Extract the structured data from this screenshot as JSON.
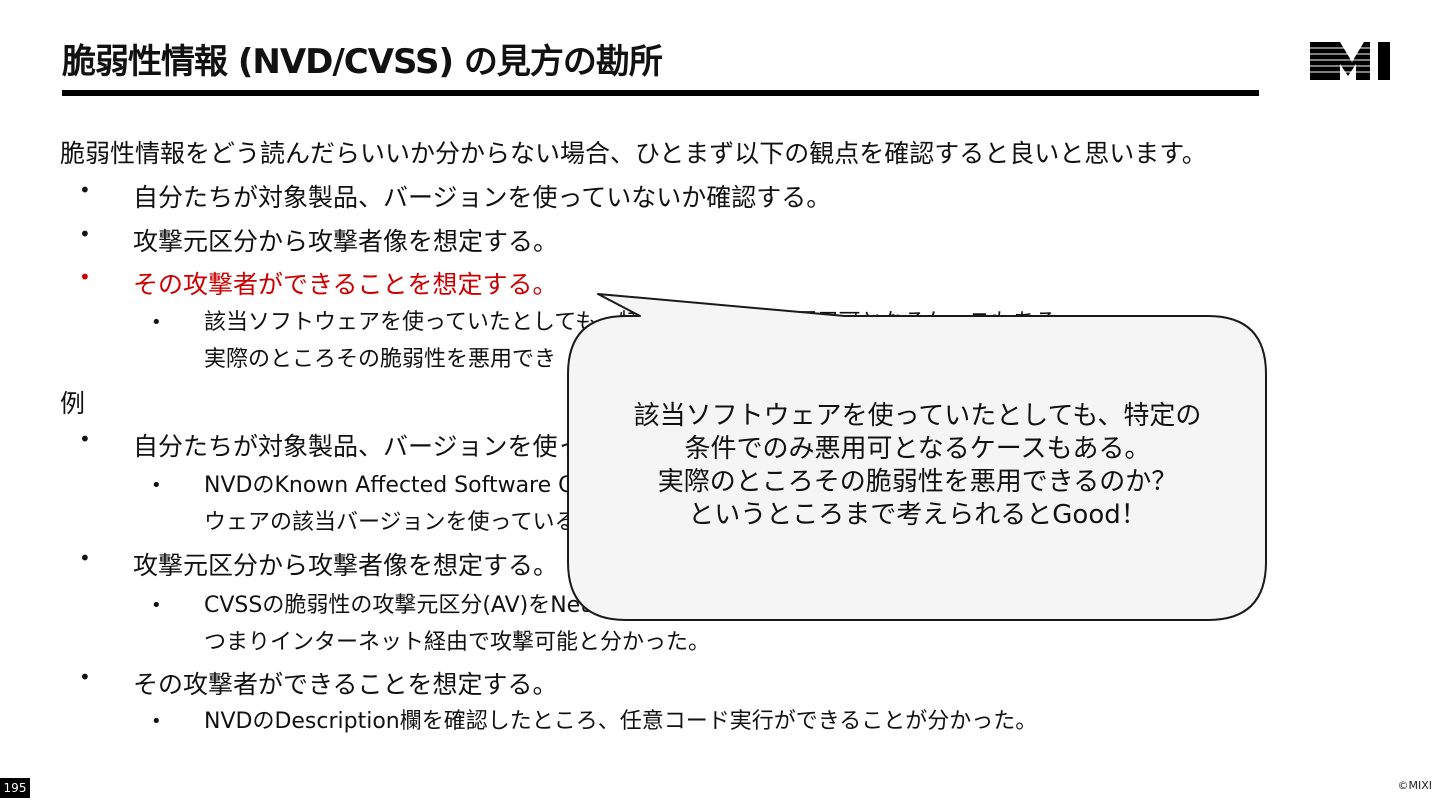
{
  "title": "脆弱性情報 (NVD/CVSS) の見方の勘所",
  "logo_text": "MIXI",
  "intro": "脆弱性情報をどう読んだらいいか分からない場合、ひとまず以下の観点を確認すると良いと思います。",
  "points": [
    {
      "text": "自分たちが対象製品、バージョンを使っていないか確認する。",
      "highlight": false
    },
    {
      "text": "攻撃元区分から攻撃者像を想定する。",
      "highlight": false
    },
    {
      "text": "その攻撃者ができることを想定する。",
      "highlight": true
    }
  ],
  "point_sub": {
    "line1": "該当ソフトウェアを使っていたとしても、特定の条件でのみ悪用可となるケースもある。",
    "line2": "実際のところその脆弱性を悪用でき"
  },
  "example_label": "例",
  "examples": [
    {
      "text": "自分たちが対象製品、バージョンを使っていないか確認する。",
      "sub_line1": "NVDのKnown Affected Software Configurationsを確認したところ、自分たちのシステムで該当ソフト",
      "sub_line2": "ウェアの該当バージョンを使っていることが分かった。"
    },
    {
      "text": "攻撃元区分から攻撃者像を想定する。",
      "sub_line1": "CVSSの脆弱性の攻撃元区分(AV)をNetworkと分かった。",
      "sub_line2": "つまりインターネット経由で攻撃可能と分かった。"
    },
    {
      "text": "その攻撃者ができることを想定する。",
      "sub_line1": "NVDのDescription欄を確認したところ、任意コード実行ができることが分かった。",
      "sub_line2": ""
    }
  ],
  "callout": {
    "line1": "該当ソフトウェアを使っていたとしても、特定の",
    "line2": "条件でのみ悪用可となるケースもある。",
    "line3": "実際のところその脆弱性を悪用できるのか？",
    "line4": "というところまで考えられるとGood！"
  },
  "page_number": "195",
  "copyright": "©MIXI",
  "colors": {
    "highlight": "#cc0000",
    "callout_fill": "#f5f5f5",
    "text": "#111111"
  }
}
